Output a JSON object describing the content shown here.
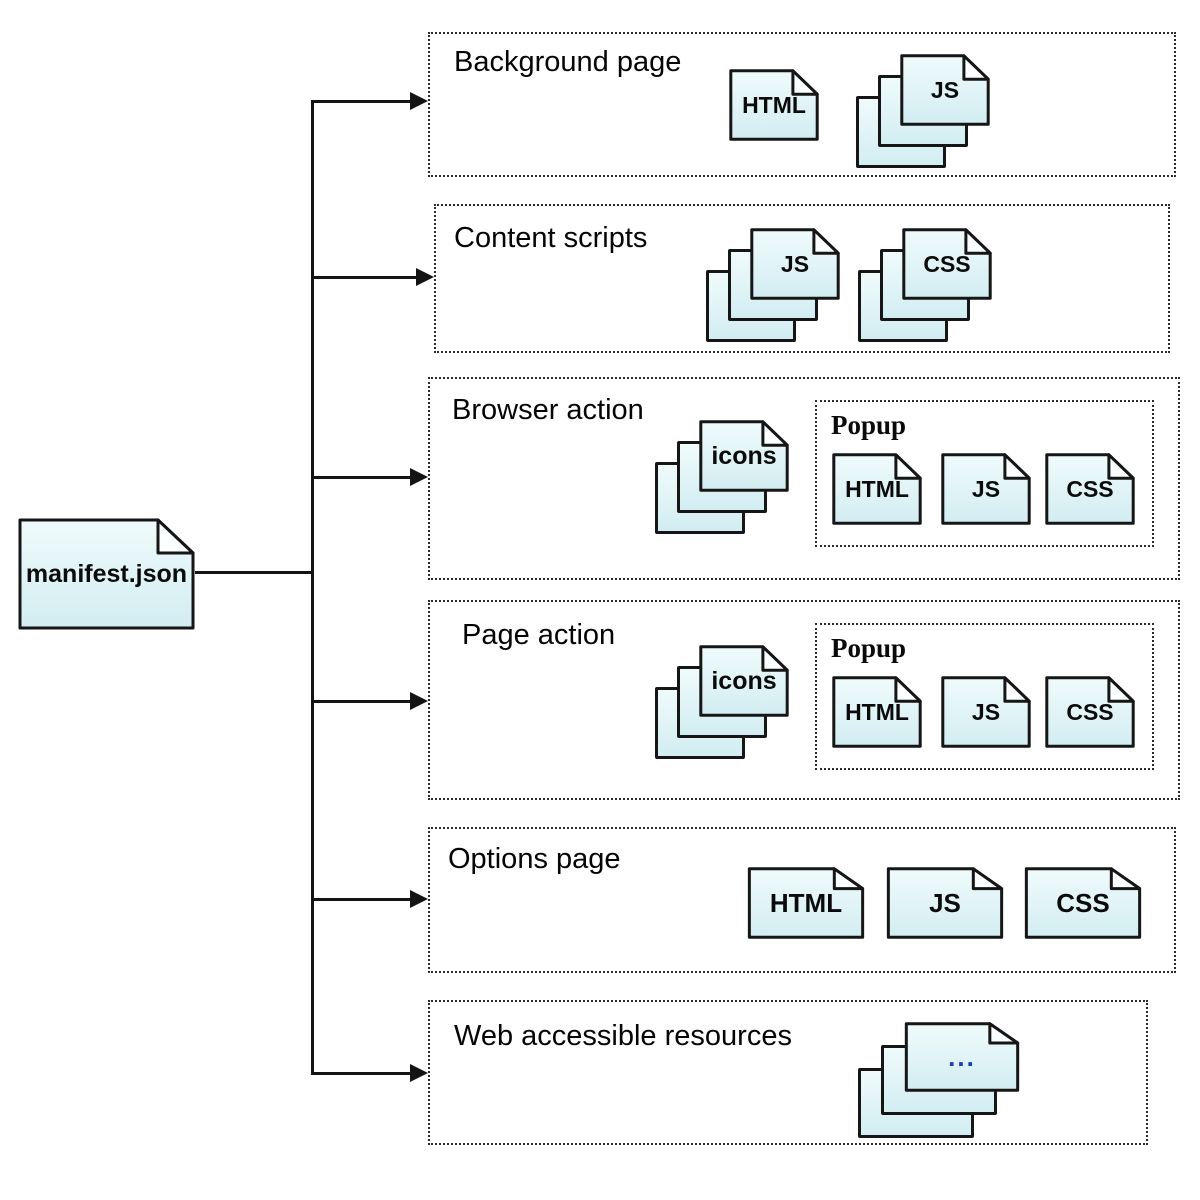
{
  "diagram": {
    "root": {
      "label": "manifest.json"
    },
    "sections": [
      {
        "title": "Background page",
        "docs": [
          {
            "kind": "file",
            "label": "HTML"
          },
          {
            "kind": "file-stack",
            "label": "JS"
          }
        ]
      },
      {
        "title": "Content scripts",
        "docs": [
          {
            "kind": "file-stack",
            "label": "JS"
          },
          {
            "kind": "file-stack",
            "label": "CSS"
          }
        ]
      },
      {
        "title": "Browser action",
        "docs": [
          {
            "kind": "file-stack",
            "label": "icons"
          }
        ],
        "popup": {
          "title": "Popup",
          "docs": [
            {
              "kind": "file",
              "label": "HTML"
            },
            {
              "kind": "file",
              "label": "JS"
            },
            {
              "kind": "file",
              "label": "CSS"
            }
          ]
        }
      },
      {
        "title": "Page action",
        "docs": [
          {
            "kind": "file-stack",
            "label": "icons"
          }
        ],
        "popup": {
          "title": "Popup",
          "docs": [
            {
              "kind": "file",
              "label": "HTML"
            },
            {
              "kind": "file",
              "label": "JS"
            },
            {
              "kind": "file",
              "label": "CSS"
            }
          ]
        }
      },
      {
        "title": "Options page",
        "docs": [
          {
            "kind": "file",
            "label": "HTML"
          },
          {
            "kind": "file",
            "label": "JS"
          },
          {
            "kind": "file",
            "label": "CSS"
          }
        ]
      },
      {
        "title": "Web accessible resources",
        "docs": [
          {
            "kind": "file-stack",
            "label": "..."
          }
        ]
      }
    ],
    "colors": {
      "file_fill_top": "#f0fbfb",
      "file_fill_bottom": "#d2edf2",
      "file_border": "#161616",
      "line": "#141414",
      "box_border": "#2a2a2a",
      "ellipsis_text": "#1b3faf"
    }
  }
}
